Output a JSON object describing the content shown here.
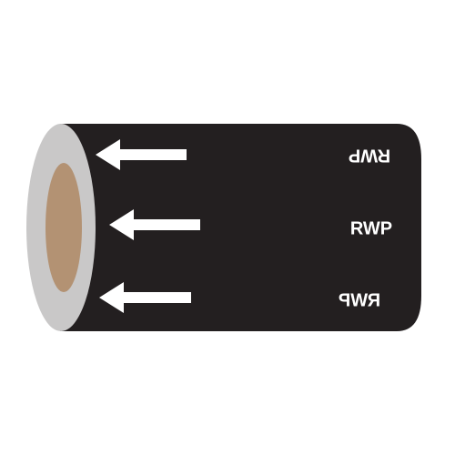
{
  "product": {
    "legend_text": "RWP",
    "tape_color": "#231f20",
    "text_color": "#ffffff",
    "core_outer_color": "#c9c8c8",
    "core_inner_color": "#b39273",
    "arrow_color": "#ffffff",
    "arrow_direction": "left",
    "arrow_count": 3,
    "legend_count": 3
  }
}
